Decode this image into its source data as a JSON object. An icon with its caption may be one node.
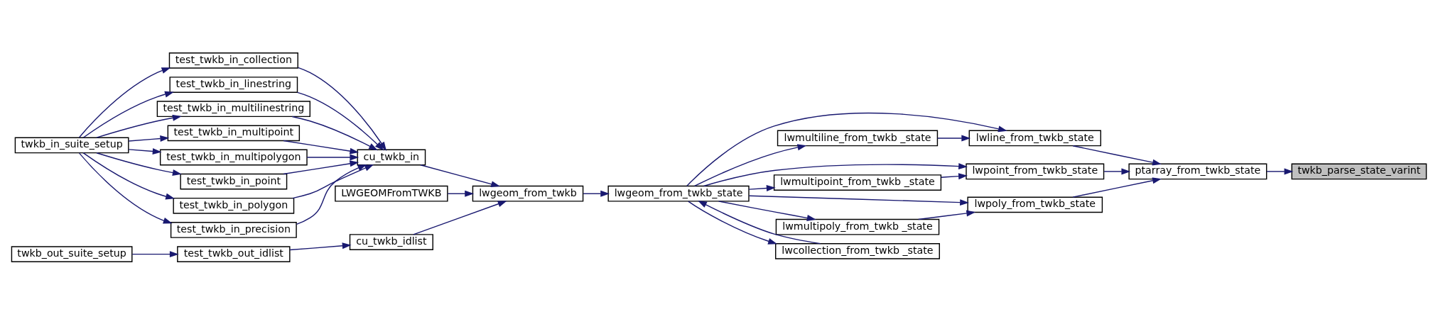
{
  "diagram": {
    "nodes": [
      {
        "text": [
          "twkb_parse_state_varint"
        ]
      },
      {
        "text": [
          "ptarray_from_twkb_state"
        ]
      },
      {
        "text": [
          "lwline_from_twkb_state"
        ]
      },
      {
        "text": [
          "lwpoint_from_twkb_state"
        ]
      },
      {
        "text": [
          "lwpoly_from_twkb_state"
        ]
      },
      {
        "text": [
          "lwmultiline_from_twkb _state"
        ]
      },
      {
        "text": [
          "lwgeom_from_twkb_state"
        ]
      },
      {
        "text": [
          "lwmultipoint_from_twkb _state"
        ]
      },
      {
        "text": [
          "lwmultipoly_from_twkb _state"
        ]
      },
      {
        "text": [
          "lwcollection_from_twkb _state"
        ]
      },
      {
        "text": [
          "lwgeom_from_twkb"
        ]
      },
      {
        "text": [
          "cu_twkb_in"
        ]
      },
      {
        "text": [
          "LWGEOMFromTWKB"
        ]
      },
      {
        "text": [
          "cu_twkb_idlist"
        ]
      },
      {
        "text": [
          "test_twkb_out_idlist"
        ]
      },
      {
        "text": [
          "twkb_out_suite_setup"
        ]
      },
      {
        "text": [
          "test_twkb_in_collection"
        ]
      },
      {
        "text": [
          "test_twkb_in_linestring"
        ]
      },
      {
        "text": [
          "test_twkb_in_multilinestring"
        ]
      },
      {
        "text": [
          "test_twkb_in_multipoint"
        ]
      },
      {
        "text": [
          "test_twkb_in_multipolygon"
        ]
      },
      {
        "text": [
          "test_twkb_in_point"
        ]
      },
      {
        "text": [
          "test_twkb_in_polygon"
        ]
      },
      {
        "text": [
          "test_twkb_in_precision"
        ]
      },
      {
        "text": [
          "twkb_in_suite_setup"
        ]
      }
    ],
    "edges": [
      {
        "from": 1,
        "to": 0,
        "arrow": "to"
      },
      {
        "from": 2,
        "to": 1,
        "arrow": "to"
      },
      {
        "from": 3,
        "to": 1,
        "arrow": "to"
      },
      {
        "from": 4,
        "to": 1,
        "arrow": "to"
      },
      {
        "from": 6,
        "to": 2,
        "arrow": "to"
      },
      {
        "from": 5,
        "to": 2,
        "arrow": "to"
      },
      {
        "from": 6,
        "to": 5,
        "arrow": "to"
      },
      {
        "from": 6,
        "to": 3,
        "arrow": "to"
      },
      {
        "from": 7,
        "to": 3,
        "arrow": "to"
      },
      {
        "from": 6,
        "to": 4,
        "arrow": "to"
      },
      {
        "from": 8,
        "to": 4,
        "arrow": "to"
      },
      {
        "from": 6,
        "to": 7,
        "arrow": "to"
      },
      {
        "from": 6,
        "to": 8,
        "arrow": "to"
      },
      {
        "from": 6,
        "to": 9,
        "arrow": "to"
      },
      {
        "from": 9,
        "to": 6,
        "arrow": "to"
      },
      {
        "from": 10,
        "to": 6,
        "arrow": "to"
      },
      {
        "from": 11,
        "to": 10,
        "arrow": "to"
      },
      {
        "from": 12,
        "to": 10,
        "arrow": "to"
      },
      {
        "from": 13,
        "to": 10,
        "arrow": "to"
      },
      {
        "from": 14,
        "to": 13,
        "arrow": "to"
      },
      {
        "from": 15,
        "to": 14,
        "arrow": "to"
      },
      {
        "from": 16,
        "to": 11,
        "arrow": "to"
      },
      {
        "from": 17,
        "to": 11,
        "arrow": "to"
      },
      {
        "from": 18,
        "to": 11,
        "arrow": "to"
      },
      {
        "from": 19,
        "to": 11,
        "arrow": "to"
      },
      {
        "from": 20,
        "to": 11,
        "arrow": "to"
      },
      {
        "from": 21,
        "to": 11,
        "arrow": "to"
      },
      {
        "from": 22,
        "to": 11,
        "arrow": "to"
      },
      {
        "from": 23,
        "to": 11,
        "arrow": "to"
      },
      {
        "from": 24,
        "to": 16,
        "arrow": "to"
      },
      {
        "from": 24,
        "to": 17,
        "arrow": "to"
      },
      {
        "from": 24,
        "to": 18,
        "arrow": "to"
      },
      {
        "from": 24,
        "to": 19,
        "arrow": "to"
      },
      {
        "from": 24,
        "to": 20,
        "arrow": "to"
      },
      {
        "from": 24,
        "to": 21,
        "arrow": "to"
      },
      {
        "from": 24,
        "to": 22,
        "arrow": "to"
      },
      {
        "from": 24,
        "to": 23,
        "arrow": "to"
      }
    ]
  }
}
